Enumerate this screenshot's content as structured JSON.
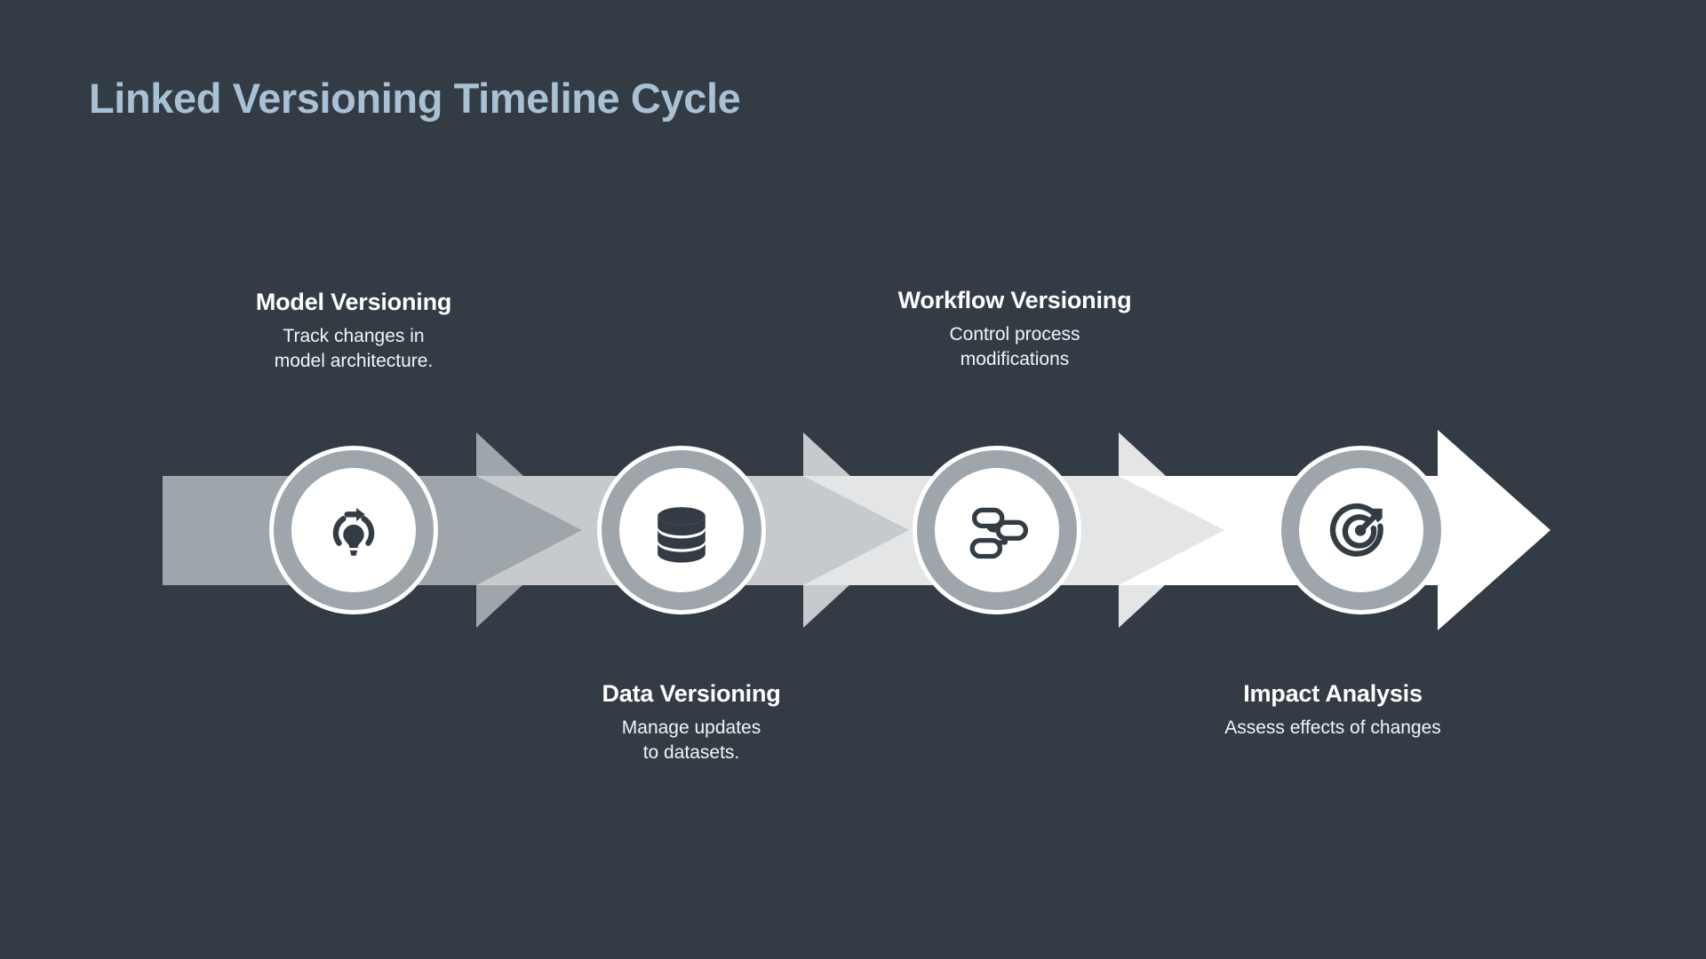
{
  "page": {
    "title": "Linked Versioning Timeline Cycle",
    "background_color": "#333c45",
    "title_color": "#a9c1d4"
  },
  "band": {
    "segment_colors": [
      "#9ea6ac",
      "#c6cacd",
      "#e3e5e7",
      "#ffffff"
    ],
    "node_ring_color": "#9ea6ac",
    "node_face_color": "#ffffff",
    "node_border_color": "#ffffff",
    "icon_color": "#333c45"
  },
  "steps": [
    {
      "index": 1,
      "title": "Model Versioning",
      "desc_line1": "Track changes in",
      "desc_line2": "model architecture.",
      "icon": "lightbulb-refresh-icon",
      "position": "above"
    },
    {
      "index": 2,
      "title": "Data Versioning",
      "desc_line1": "Manage updates",
      "desc_line2": "to datasets.",
      "icon": "database-icon",
      "position": "below"
    },
    {
      "index": 3,
      "title": "Workflow Versioning",
      "desc_line1": "Control process",
      "desc_line2": "modifications",
      "icon": "workflow-nodes-icon",
      "position": "above"
    },
    {
      "index": 4,
      "title": "Impact Analysis",
      "desc_line1": "Assess effects of changes",
      "desc_line2": "",
      "icon": "target-arrow-icon",
      "position": "below"
    }
  ]
}
